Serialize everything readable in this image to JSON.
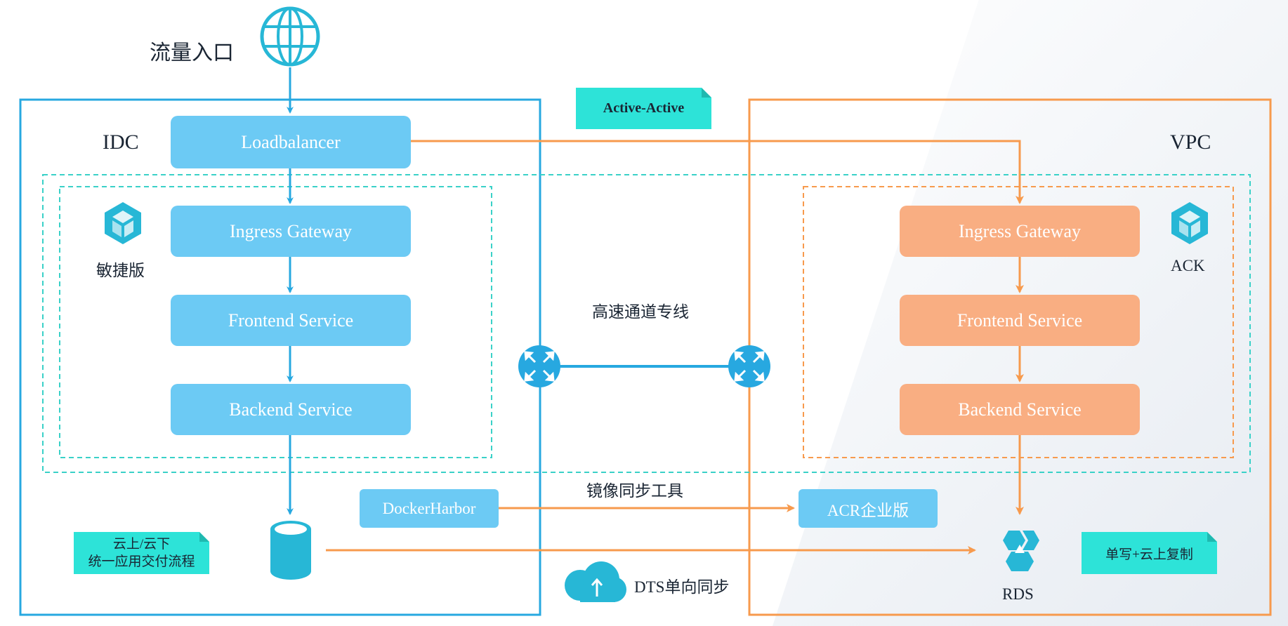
{
  "entry_label": "流量入口",
  "idc": {
    "label": "IDC",
    "platform_label": "敏捷版",
    "loadbalancer": "Loadbalancer",
    "ingress": "Ingress Gateway",
    "frontend": "Frontend Service",
    "backend": "Backend Service",
    "registry": "DockerHarbor",
    "tag": [
      "云上/云下",
      "统一应用交付流程"
    ]
  },
  "vpc": {
    "label": "VPC",
    "platform_label": "ACK",
    "ingress": "Ingress Gateway",
    "frontend": "Frontend Service",
    "backend": "Backend Service",
    "registry": "ACR企业版",
    "db_label": "RDS",
    "tag": "单写+云上复制"
  },
  "middle": {
    "mode_tag": "Active-Active",
    "link_label": "高速通道专线",
    "image_sync_label": "镜像同步工具",
    "dts_label": "DTS单向同步"
  },
  "colors": {
    "blue": "#27a8e0",
    "blue_box": "#6ccaf4",
    "orange": "#f79a4d",
    "orange_box": "#f9ae82",
    "teal_dashed": "#3ad1c8",
    "tag": "#2de3d8"
  }
}
